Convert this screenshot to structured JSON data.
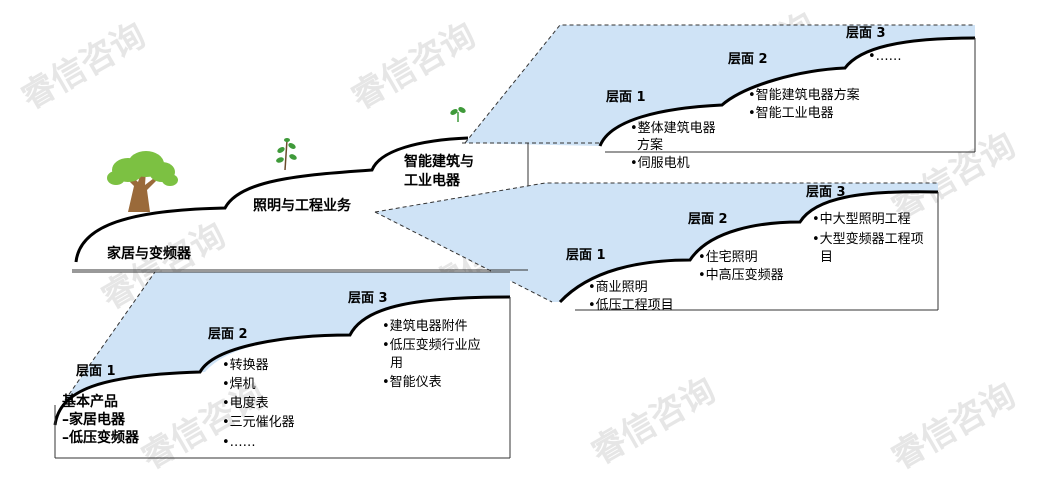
{
  "watermark": "睿信咨询",
  "main_stairs": {
    "step1": "家居与变频器",
    "step2": "照明与工程业务",
    "step3_line1": "智能建筑与",
    "step3_line2": "工业电器"
  },
  "panel_bottom": {
    "level1": {
      "title": "层面 1",
      "items": [
        "基本产品",
        "–家居电器",
        "–低压变频器"
      ]
    },
    "level2": {
      "title": "层面 2",
      "items": [
        "•转换器",
        "•焊机",
        "•电度表",
        "•三元催化器",
        "•……"
      ]
    },
    "level3": {
      "title": "层面 3",
      "items": [
        "•建筑电器附件",
        "•低压变频行业应",
        "用",
        "•智能仪表"
      ]
    }
  },
  "panel_middle": {
    "level1": {
      "title": "层面 1",
      "items": [
        "•商业照明",
        "•低压工程项目"
      ]
    },
    "level2": {
      "title": "层面 2",
      "items": [
        "•住宅照明",
        "•中高压变频器"
      ]
    },
    "level3": {
      "title": "层面 3",
      "items": [
        "•中大型照明工程",
        "•大型变频器工程项",
        "目"
      ]
    }
  },
  "panel_top": {
    "level1": {
      "title": "层面 1",
      "items": [
        "•整体建筑电器",
        "方案",
        "•伺服电机"
      ]
    },
    "level2": {
      "title": "层面 2",
      "items": [
        "•智能建筑电器方案",
        "•智能工业电器"
      ]
    },
    "level3": {
      "title": "层面 3",
      "items": [
        "•……"
      ]
    }
  },
  "colors": {
    "panel_fill": "#cfe3f6",
    "stair_stroke": "#000000",
    "leaf_green": "#7cc142",
    "trunk_brown": "#9a6a3a",
    "sprout_green": "#3f9a3a"
  }
}
